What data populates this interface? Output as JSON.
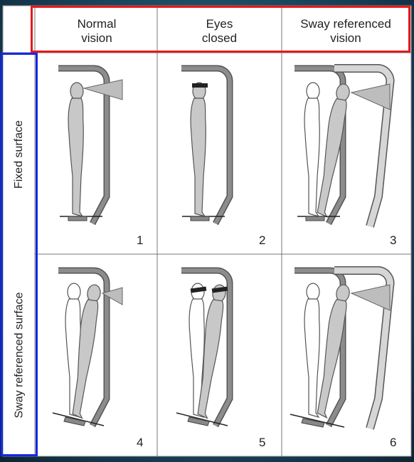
{
  "columns": [
    {
      "label": "Normal\nvision"
    },
    {
      "label": "Eyes\nclosed"
    },
    {
      "label": "Sway referenced\nvision"
    }
  ],
  "rows": [
    {
      "label": "Fixed surface"
    },
    {
      "label": "Sway referenced surface"
    }
  ],
  "panels": [
    "1",
    "2",
    "3",
    "4",
    "5",
    "6"
  ],
  "colors": {
    "highlight_columns": "#e21a1a",
    "highlight_rows": "#1428e6",
    "enclosure": "#8c8c8c",
    "figure": "#c8c8c8",
    "background": "#1d4a63"
  }
}
